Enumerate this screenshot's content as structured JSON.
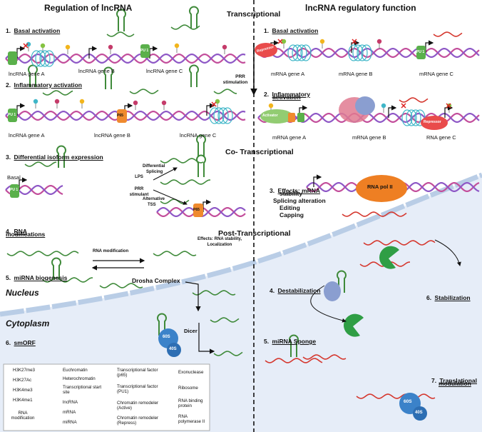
{
  "headers": {
    "left": "Regulation of lncRNA",
    "right": "lncRNA regulatory function"
  },
  "stages": {
    "transcriptional": "Transcriptional",
    "co_transcriptional": "Co- Transcriptional",
    "post_transcriptional": "Post-Transcriptional"
  },
  "compartments": {
    "nucleus": "Nucleus",
    "cytoplasm": "Cytoplasm"
  },
  "left": {
    "s1": {
      "num": "1.",
      "title": "Basal activation",
      "genes": [
        "lncRNA gene A",
        "lncRNA gene B",
        "lncRNA gene C"
      ]
    },
    "s2": {
      "num": "2.",
      "title": "Inflammatory activation",
      "genes": [
        "lncRNA gene A",
        "lncRNA gene B",
        "lncRNA gene C"
      ]
    },
    "s3": {
      "num": "3.",
      "title": "Differential isoform expression",
      "basal": "Basal",
      "lps": "LPS",
      "prr": "PRR",
      "stimulant": "stimulant",
      "diff": "Differential",
      "splicing": "Splicing",
      "alt": "Alternative",
      "tss": "TSS"
    },
    "s4": {
      "num": "4.",
      "title": "RNA",
      "title2": "modifications",
      "mod": "RNA modification",
      "effects": "Effects: RNA stability,",
      "localization": "Localization"
    },
    "s5": {
      "num": "5.",
      "title": "miRNA biogenesis",
      "drosha": "Drosha Complex",
      "dicer": "Dicer"
    },
    "s6": {
      "num": "6.",
      "title": "smORF"
    }
  },
  "prr": {
    "line1": "PRR",
    "line2": "stimulation"
  },
  "right": {
    "s1": {
      "num": "1.",
      "title": "Basal activation",
      "genes": [
        "mRNA gene A",
        "mRNA gene B",
        "mRNA gene C"
      ]
    },
    "s2": {
      "num": "2.",
      "title": "Inflammatory",
      "title2": "activation",
      "genes": [
        "mRNA gene A",
        "mRNA gene B",
        "RNA gene C"
      ]
    },
    "s3": {
      "num": "3.",
      "lines": [
        "Effects: mRNA",
        "stability",
        "Splicing alteration",
        "Editing",
        "Capping"
      ],
      "polii": "RNA pol II"
    },
    "s4": {
      "num": "4.",
      "title": "Destabilization"
    },
    "s5": {
      "num": "5.",
      "title": "miRNA Sponge"
    },
    "s6": {
      "num": "6.",
      "title": "Stabilization"
    },
    "s7": {
      "num": "7.",
      "title": "Translational",
      "title2": "modulation"
    }
  },
  "factors": {
    "pu1": "PU 1",
    "p65": "P65",
    "repressor": "Repressor",
    "activator": "Activator"
  },
  "ribosome": {
    "large": "60S",
    "small": "40S"
  },
  "legend": {
    "col1": [
      "H3K27me3",
      "H3K27Ac",
      "H3K4me3",
      "H3K4me1",
      "RNA modification"
    ],
    "col2": [
      "Euchromatin",
      "Heterochromatin",
      "Transcriptional start site",
      "lncRNA",
      "mRNA",
      "miRNA"
    ],
    "col3": [
      "Transcriptional factor (p65)",
      "Transcriptional factor (PU1)",
      "Chromatin remodeler (Active)",
      "Chromatin remodeler (Repress)"
    ],
    "col4": [
      "Exonuclease",
      "Ribosome",
      "RNA binding protein",
      "RNA polymerase II"
    ]
  },
  "colors": {
    "dna_a": "#c34e9b",
    "dna_b": "#8e58c6",
    "cytoplasm": "#e6edf8",
    "membrane": "#b9cde6",
    "pu1": "#5ab04b",
    "p65": "#ef8a2e",
    "repressor": "#e94b4b",
    "activator": "#92cc72",
    "ribosome": "#3b82c9",
    "exonuclease": "#2f9e45",
    "rbp": "#8a9ed0",
    "polii": "#ee7f23",
    "mrna": "#d5372e",
    "lncrna": "#3f8a3a",
    "h3k27me3": "#85c341",
    "h3k27ac": "#3fb6c8",
    "h3k4me3": "#f2b51c",
    "h3k4me1": "#c53b6a"
  }
}
